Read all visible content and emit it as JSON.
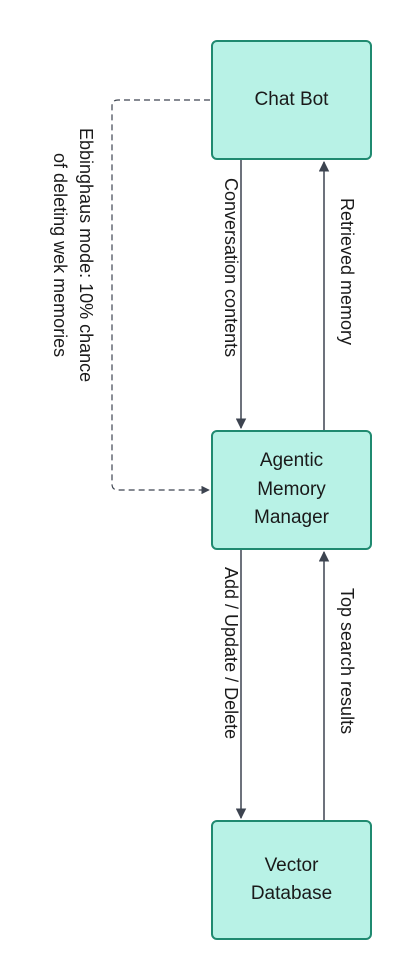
{
  "colors": {
    "node_fill": "#b8f2e6",
    "node_border": "#1f8a70",
    "arrow": "#3d4450",
    "text": "#1a1a1a"
  },
  "nodes": {
    "chat_bot": "Chat Bot",
    "memory_manager": "Agentic\nMemory\nManager",
    "vector_database": "Vector\nDatabase"
  },
  "edges": {
    "conversation_contents": "Conversation contents",
    "retrieved_memory": "Retrieved memory",
    "add_update_delete": "Add / Update / Delete",
    "top_search_results": "Top search results"
  },
  "note": {
    "line1": "Ebbinghaus mode: 10% chance",
    "line2": "of deleting wek memories"
  }
}
